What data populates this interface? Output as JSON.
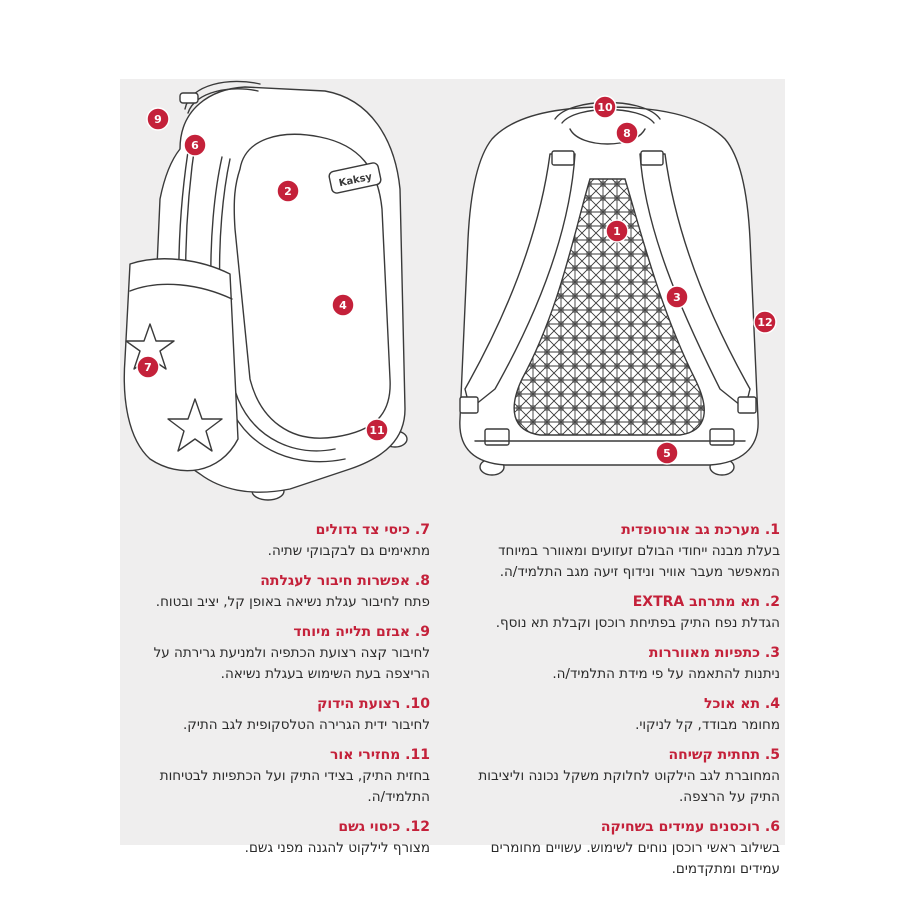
{
  "logo_text": "Kaksy",
  "markers": [
    {
      "n": "1"
    },
    {
      "n": "2"
    },
    {
      "n": "3"
    },
    {
      "n": "4"
    },
    {
      "n": "5"
    },
    {
      "n": "6"
    },
    {
      "n": "7"
    },
    {
      "n": "8"
    },
    {
      "n": "9"
    },
    {
      "n": "10"
    },
    {
      "n": "11"
    },
    {
      "n": "12"
    }
  ],
  "features_right": [
    {
      "title": "1. מערכת גב אורטופדית",
      "desc": "בעלת מבנה ייחודי הבולם זעזועים ומאוורר במיוחד המאפשר מעבר אוויר ונידוף זיעה מגב התלמיד/ה."
    },
    {
      "title": "2. תא מתרחב EXTRA",
      "desc": "הגדלת נפח התיק בפתיחת רוכסן וקבלת תא נוסף."
    },
    {
      "title": "3. כתפיות מאווררות",
      "desc": "ניתנות להתאמה על פי מידת התלמיד/ה."
    },
    {
      "title": "4. תא אוכל",
      "desc": "מחומר מבודד, קל לניקוי."
    },
    {
      "title": "5. תחתית קשיחה",
      "desc": "המחוברת לגב הילקוט לחלוקת משקל נכונה וליציבות התיק על הרצפה."
    },
    {
      "title": "6. רוכסנים עמידים בשחיקה",
      "desc": "בשילוב ראשי רוכסן נוחים לשימוש. עשויים מחומרים עמידים ומתקדמים."
    }
  ],
  "features_left": [
    {
      "title": "7. כיסי צד גדולים",
      "desc": "מתאימים גם לבקבוקי שתיה."
    },
    {
      "title": "8. אפשרות חיבור לעגלתה",
      "desc": "פתח לחיבור עגלת נשיאה באופן קל, יציב ובטוח."
    },
    {
      "title": "9. אבזם תלייה מיוחד",
      "desc": "לחיבור קצה רצועת הכתפיה ולמניעת גרירתה על הריצפה בעת השימוש בעגלת נשיאה."
    },
    {
      "title": "10. רצועת הידוק",
      "desc": "לחיבור ידית הגרירה הטלסקופית לגב התיק."
    },
    {
      "title": "11. מחזירי אור",
      "desc": "בחזית התיק, בצידי התיק ועל הכתפיות לבטיחות התלמיד/ה."
    },
    {
      "title": "12. כיסוי גשם",
      "desc": "מצורף לילקוט להגנה מפני גשם."
    }
  ]
}
